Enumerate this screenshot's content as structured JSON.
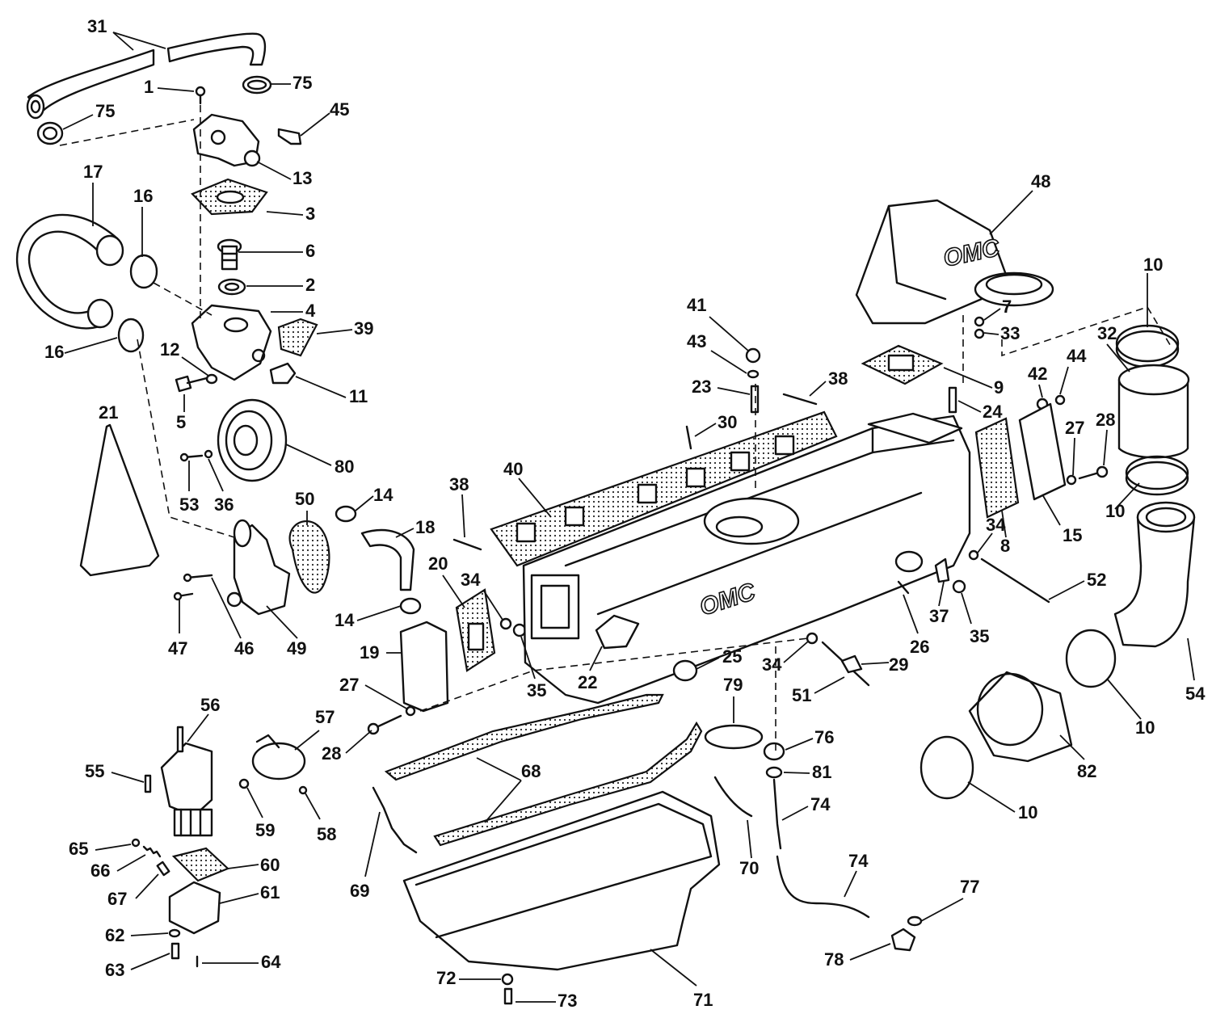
{
  "diagram": {
    "brand_marks": [
      "OMC",
      "OMC"
    ],
    "callouts": [
      {
        "id": "c31",
        "label": "31"
      },
      {
        "id": "c75a",
        "label": "75"
      },
      {
        "id": "c75b",
        "label": "75"
      },
      {
        "id": "c1",
        "label": "1"
      },
      {
        "id": "c45",
        "label": "45"
      },
      {
        "id": "c13",
        "label": "13"
      },
      {
        "id": "c17",
        "label": "17"
      },
      {
        "id": "c16a",
        "label": "16"
      },
      {
        "id": "c16b",
        "label": "16"
      },
      {
        "id": "c3",
        "label": "3"
      },
      {
        "id": "c6",
        "label": "6"
      },
      {
        "id": "c2",
        "label": "2"
      },
      {
        "id": "c4",
        "label": "4"
      },
      {
        "id": "c39",
        "label": "39"
      },
      {
        "id": "c12",
        "label": "12"
      },
      {
        "id": "c11",
        "label": "11"
      },
      {
        "id": "c5",
        "label": "5"
      },
      {
        "id": "c21",
        "label": "21"
      },
      {
        "id": "c53",
        "label": "53"
      },
      {
        "id": "c36",
        "label": "36"
      },
      {
        "id": "c80",
        "label": "80"
      },
      {
        "id": "c50",
        "label": "50"
      },
      {
        "id": "c14a",
        "label": "14"
      },
      {
        "id": "c18",
        "label": "18"
      },
      {
        "id": "c46",
        "label": "46"
      },
      {
        "id": "c47",
        "label": "47"
      },
      {
        "id": "c49",
        "label": "49"
      },
      {
        "id": "c14b",
        "label": "14"
      },
      {
        "id": "c19",
        "label": "19"
      },
      {
        "id": "c20",
        "label": "20"
      },
      {
        "id": "c38a",
        "label": "38"
      },
      {
        "id": "c40",
        "label": "40"
      },
      {
        "id": "c34a",
        "label": "34"
      },
      {
        "id": "c35a",
        "label": "35"
      },
      {
        "id": "c22",
        "label": "22"
      },
      {
        "id": "c25",
        "label": "25"
      },
      {
        "id": "c27a",
        "label": "27"
      },
      {
        "id": "c28a",
        "label": "28"
      },
      {
        "id": "c56",
        "label": "56"
      },
      {
        "id": "c57",
        "label": "57"
      },
      {
        "id": "c55",
        "label": "55"
      },
      {
        "id": "c59",
        "label": "59"
      },
      {
        "id": "c58",
        "label": "58"
      },
      {
        "id": "c65",
        "label": "65"
      },
      {
        "id": "c66",
        "label": "66"
      },
      {
        "id": "c60",
        "label": "60"
      },
      {
        "id": "c67",
        "label": "67"
      },
      {
        "id": "c61",
        "label": "61"
      },
      {
        "id": "c62",
        "label": "62"
      },
      {
        "id": "c63",
        "label": "63"
      },
      {
        "id": "c64",
        "label": "64"
      },
      {
        "id": "c68",
        "label": "68"
      },
      {
        "id": "c69",
        "label": "69"
      },
      {
        "id": "c71",
        "label": "71"
      },
      {
        "id": "c72",
        "label": "72"
      },
      {
        "id": "c73",
        "label": "73"
      },
      {
        "id": "c79",
        "label": "79"
      },
      {
        "id": "c76",
        "label": "76"
      },
      {
        "id": "c81",
        "label": "81"
      },
      {
        "id": "c74a",
        "label": "74"
      },
      {
        "id": "c70",
        "label": "70"
      },
      {
        "id": "c74b",
        "label": "74"
      },
      {
        "id": "c77",
        "label": "77"
      },
      {
        "id": "c78",
        "label": "78"
      },
      {
        "id": "c41",
        "label": "41"
      },
      {
        "id": "c43",
        "label": "43"
      },
      {
        "id": "c23",
        "label": "23"
      },
      {
        "id": "c30",
        "label": "30"
      },
      {
        "id": "c38b",
        "label": "38"
      },
      {
        "id": "c48",
        "label": "48"
      },
      {
        "id": "c7",
        "label": "7"
      },
      {
        "id": "c33",
        "label": "33"
      },
      {
        "id": "c9",
        "label": "9"
      },
      {
        "id": "c24",
        "label": "24"
      },
      {
        "id": "c10a",
        "label": "10"
      },
      {
        "id": "c32",
        "label": "32"
      },
      {
        "id": "c42",
        "label": "42"
      },
      {
        "id": "c44",
        "label": "44"
      },
      {
        "id": "c28b",
        "label": "28"
      },
      {
        "id": "c27b",
        "label": "27"
      },
      {
        "id": "c10b",
        "label": "10"
      },
      {
        "id": "c8",
        "label": "8"
      },
      {
        "id": "c15",
        "label": "15"
      },
      {
        "id": "c34b",
        "label": "34"
      },
      {
        "id": "c52",
        "label": "52"
      },
      {
        "id": "c37",
        "label": "37"
      },
      {
        "id": "c35b",
        "label": "35"
      },
      {
        "id": "c26",
        "label": "26"
      },
      {
        "id": "c29",
        "label": "29"
      },
      {
        "id": "c34c",
        "label": "34"
      },
      {
        "id": "c51",
        "label": "51"
      },
      {
        "id": "c54",
        "label": "54"
      },
      {
        "id": "c10c",
        "label": "10"
      },
      {
        "id": "c82",
        "label": "82"
      },
      {
        "id": "c10d",
        "label": "10"
      }
    ]
  }
}
